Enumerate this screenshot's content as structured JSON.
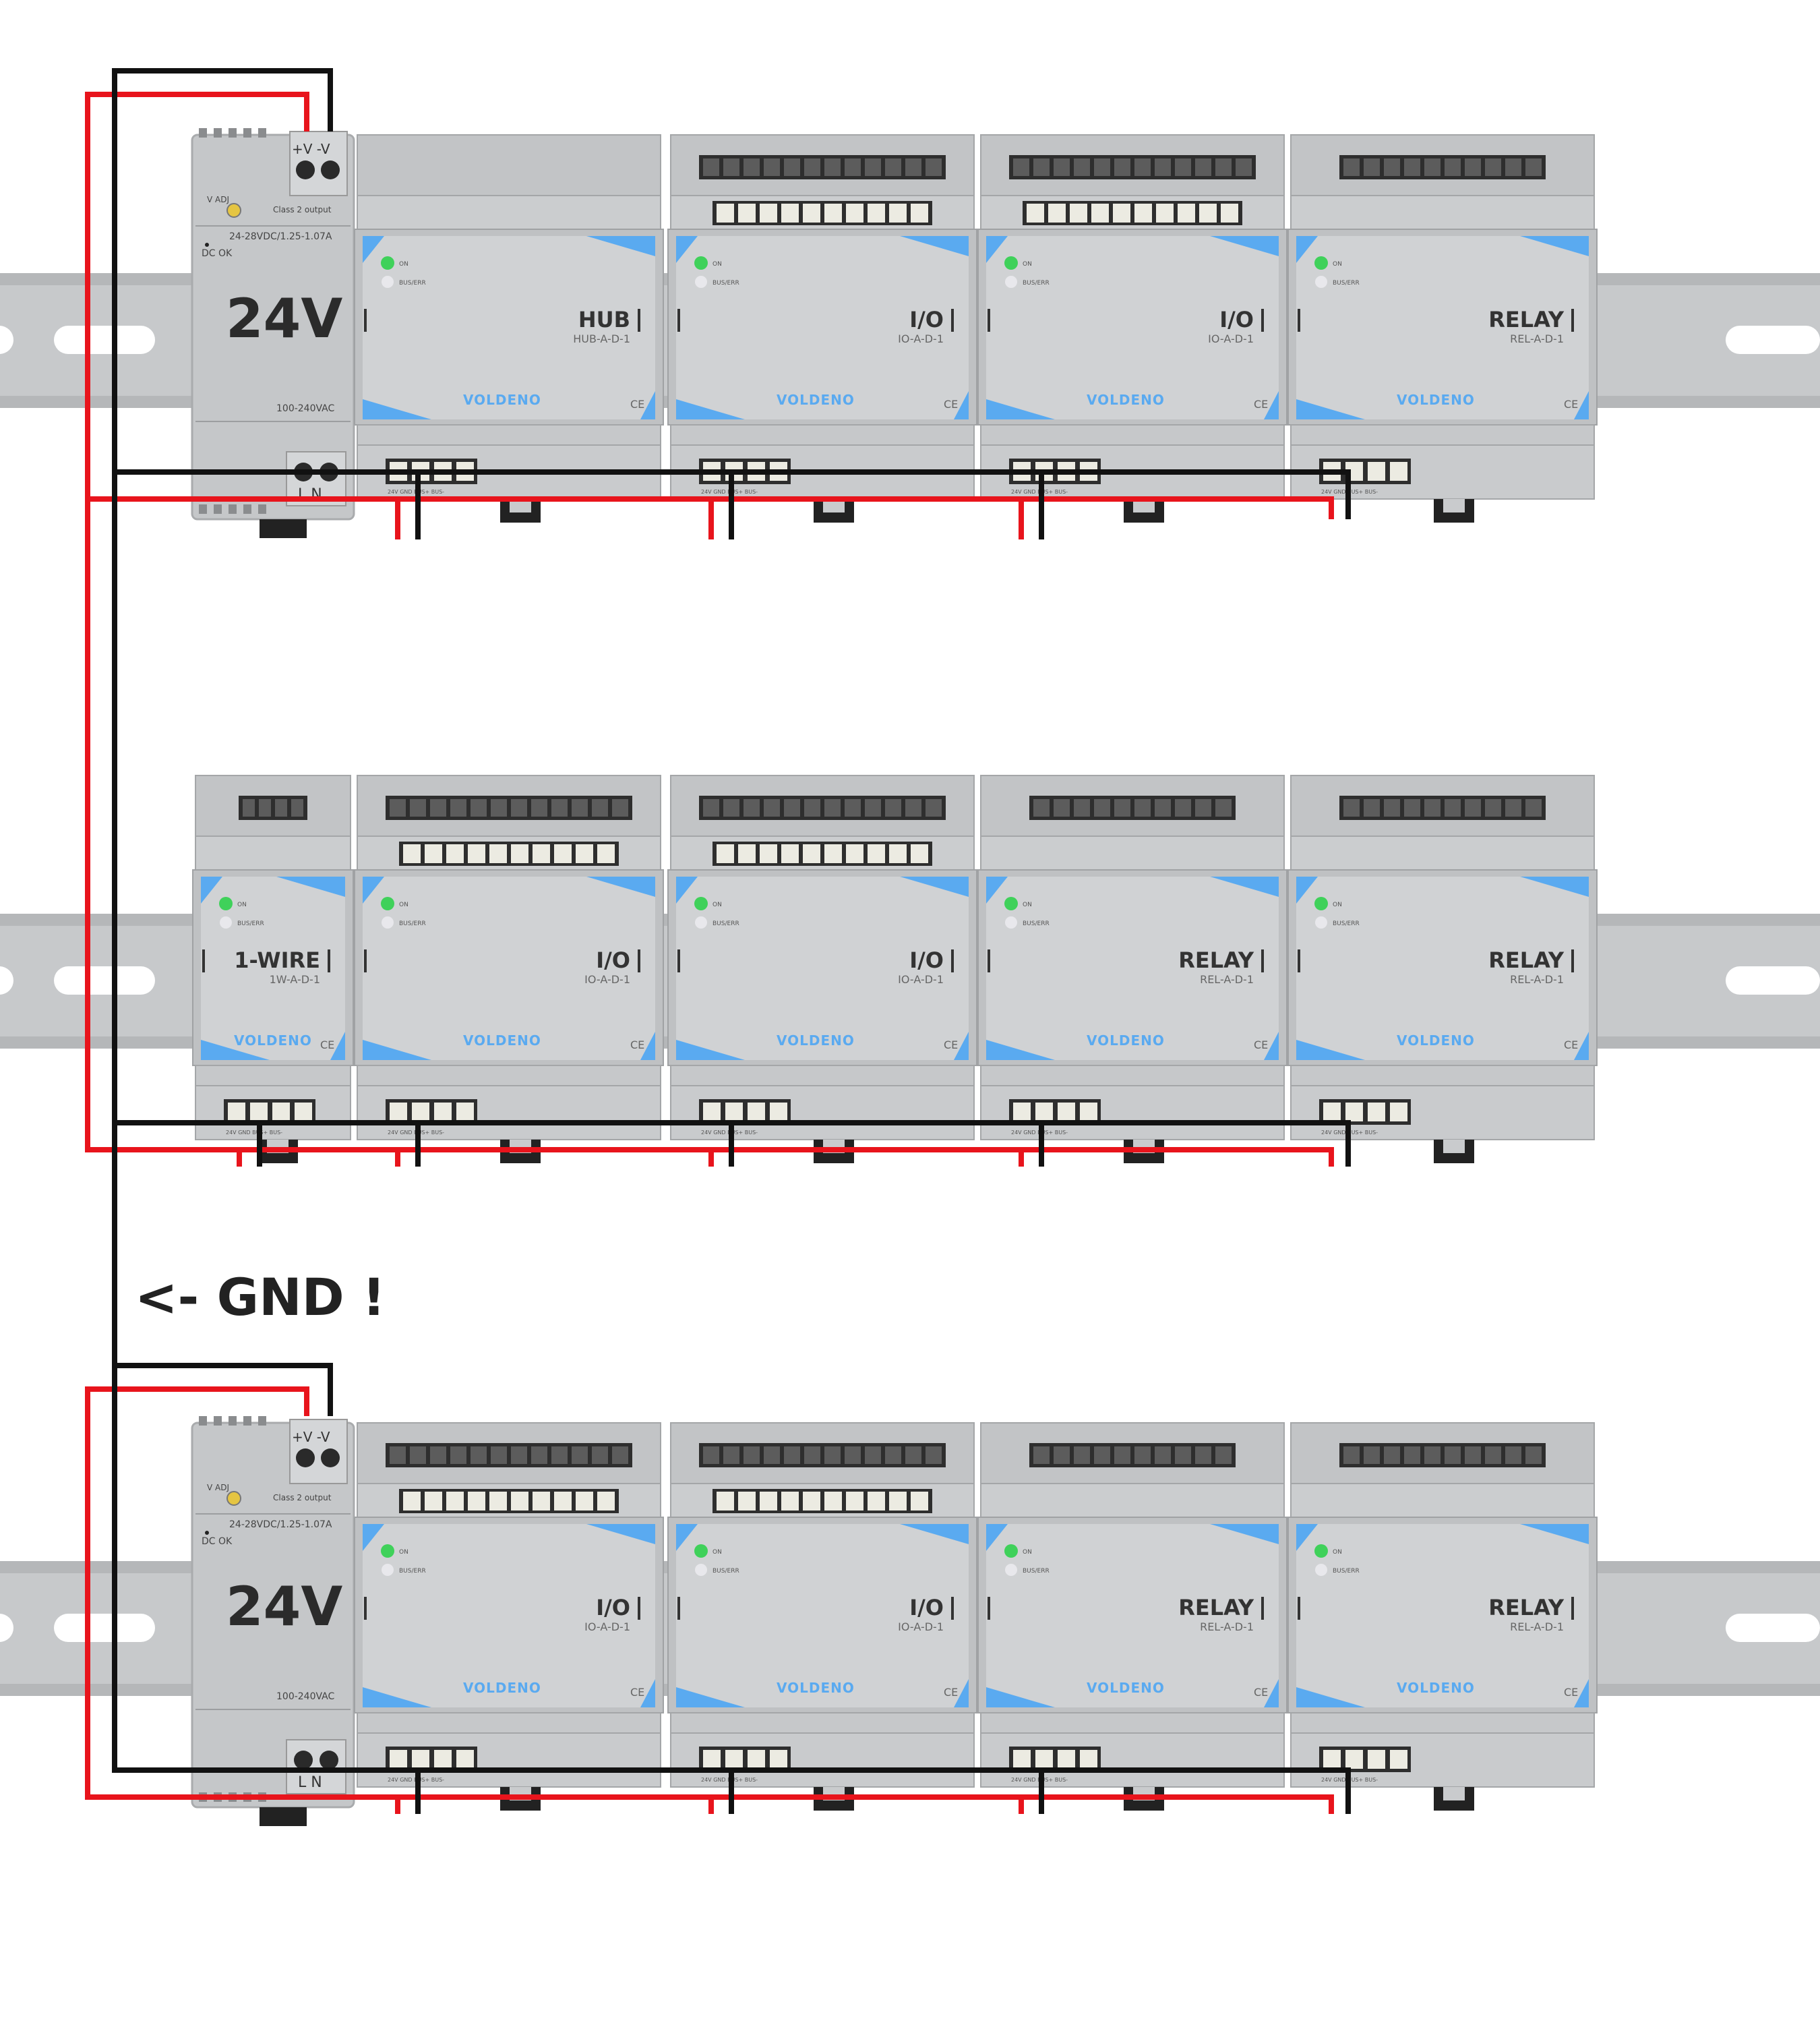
{
  "colors": {
    "wire_positive": "#e8141c",
    "wire_ground": "#111111",
    "accent": "#5aaaf0",
    "brand": "#5aaaf0",
    "module_body": "#c9cbcd",
    "led_on": "#3fd15a"
  },
  "note": "<- GND !",
  "psu": {
    "voltage": "24V",
    "terminal_top": "+V -V",
    "adj": "V ADJ",
    "class2": "Class 2 output",
    "rating": "24-28VDC/1.25-1.07A",
    "dc_ok": "DC OK",
    "input": "100-240VAC",
    "ln": "L N"
  },
  "led_labels": {
    "on": "ON",
    "bus": "BUS/ERR"
  },
  "bus_pins": "24V  GND  BUS+  BUS-",
  "brand": "VOLDENO",
  "ce": "CE",
  "rows": [
    {
      "has_psu": true,
      "modules": [
        {
          "type": "hub",
          "title": "HUB",
          "model": "HUB-A-D-1"
        },
        {
          "type": "io",
          "title": "I/O",
          "model": "IO-A-D-1"
        },
        {
          "type": "io",
          "title": "I/O",
          "model": "IO-A-D-1"
        },
        {
          "type": "relay",
          "title": "RELAY",
          "model": "REL-A-D-1"
        }
      ]
    },
    {
      "has_psu": false,
      "modules": [
        {
          "type": "onewire",
          "title": "1-WIRE",
          "model": "1W-A-D-1"
        },
        {
          "type": "io",
          "title": "I/O",
          "model": "IO-A-D-1"
        },
        {
          "type": "io",
          "title": "I/O",
          "model": "IO-A-D-1"
        },
        {
          "type": "relay",
          "title": "RELAY",
          "model": "REL-A-D-1"
        },
        {
          "type": "relay",
          "title": "RELAY",
          "model": "REL-A-D-1"
        }
      ]
    },
    {
      "has_psu": true,
      "modules": [
        {
          "type": "io",
          "title": "I/O",
          "model": "IO-A-D-1"
        },
        {
          "type": "io",
          "title": "I/O",
          "model": "IO-A-D-1"
        },
        {
          "type": "relay",
          "title": "RELAY",
          "model": "REL-A-D-1"
        },
        {
          "type": "relay",
          "title": "RELAY",
          "model": "REL-A-D-1"
        }
      ]
    }
  ]
}
